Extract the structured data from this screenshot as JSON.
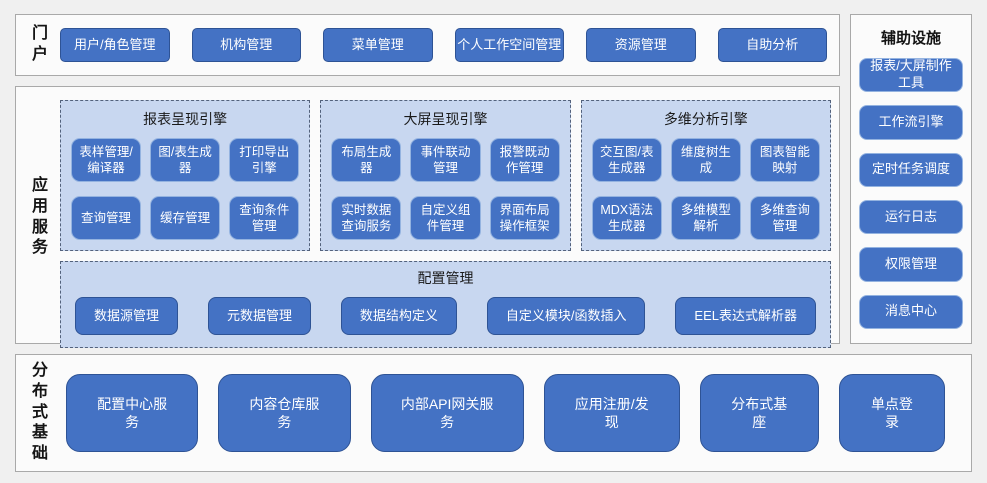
{
  "colors": {
    "page_bg": "#f0f0f0",
    "box_bg": "#fbfbfb",
    "box_border": "#a9a9a9",
    "button_fill": "#4472c4",
    "button_border_dark": "#2e5395",
    "button_border_light": "#94b3e0",
    "panel_fill": "#c8d7f0",
    "panel_border_dashed": "#53627c",
    "button_text": "#ffffff",
    "label_text": "#141414"
  },
  "portal": {
    "label": "门户",
    "items": [
      "用户/角色管理",
      "机构管理",
      "菜单管理",
      "个人工作空间管理",
      "资源管理",
      "自助分析"
    ]
  },
  "app_services": {
    "label": "应用服务",
    "engines": [
      {
        "title": "报表呈现引擎",
        "items": [
          "表样管理/编译器",
          "图/表生成器",
          "打印导出引擎",
          "查询管理",
          "缓存管理",
          "查询条件管理"
        ]
      },
      {
        "title": "大屏呈现引擎",
        "items": [
          "布局生成器",
          "事件联动管理",
          "报警既动作管理",
          "实时数据查询服务",
          "自定义组件管理",
          "界面布局操作框架"
        ]
      },
      {
        "title": "多维分析引擎",
        "items": [
          "交互图/表生成器",
          "维度树生成",
          "图表智能映射",
          "MDX语法生成器",
          "多维模型解析",
          "多维查询管理"
        ]
      }
    ],
    "config": {
      "title": "配置管理",
      "items": [
        "数据源管理",
        "元数据管理",
        "数据结构定义",
        "自定义模块/函数插入",
        "EEL表达式解析器"
      ]
    }
  },
  "aux": {
    "title": "辅助设施",
    "items": [
      "报表/大屏制作工具",
      "工作流引擎",
      "定时任务调度",
      "运行日志",
      "权限管理",
      "消息中心"
    ]
  },
  "foundation": {
    "label": "分布式基础",
    "items": [
      "配置中心服务",
      "内容仓库服务",
      "内部API网关服务",
      "应用注册/发现",
      "分布式基座",
      "单点登录"
    ]
  }
}
